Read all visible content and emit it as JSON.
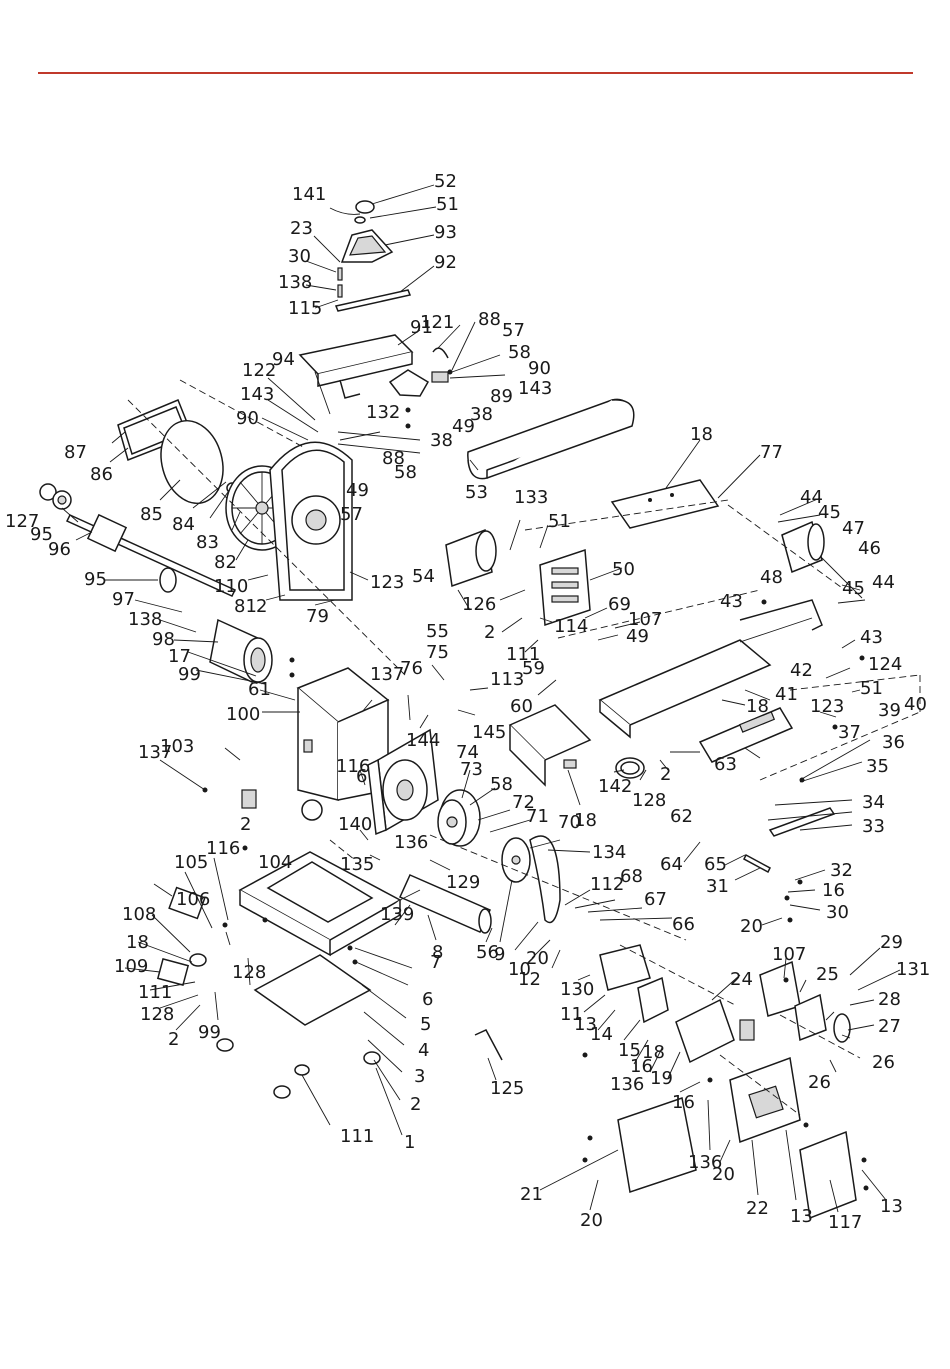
{
  "colors": {
    "header_rule": "#c0392b",
    "line": "#1a1a1a"
  },
  "labels": [
    "52",
    "141",
    "51",
    "23",
    "93",
    "30",
    "138",
    "92",
    "115",
    "121",
    "88",
    "57",
    "91",
    "94",
    "58",
    "90",
    "122",
    "143",
    "89",
    "38",
    "132",
    "88",
    "38",
    "49",
    "58",
    "49",
    "57",
    "90",
    "143",
    "87",
    "86",
    "85",
    "84",
    "83",
    "82",
    "110",
    "81",
    "2",
    "123",
    "79",
    "53",
    "18",
    "77",
    "127",
    "95",
    "96",
    "95",
    "97",
    "138",
    "98",
    "17",
    "99",
    "61",
    "100",
    "133",
    "51",
    "50",
    "54",
    "55",
    "126",
    "2",
    "114",
    "111",
    "59",
    "69",
    "107",
    "60",
    "49",
    "44",
    "45",
    "47",
    "46",
    "45",
    "44",
    "43",
    "43",
    "42",
    "48",
    "41",
    "18",
    "124",
    "37",
    "51",
    "39",
    "40",
    "123",
    "36",
    "35",
    "34",
    "33",
    "137",
    "76",
    "75",
    "113",
    "145",
    "144",
    "74",
    "137",
    "103",
    "116",
    "6",
    "140",
    "73",
    "58",
    "72",
    "71",
    "136",
    "134",
    "135",
    "129",
    "139",
    "8",
    "56",
    "9",
    "10",
    "20",
    "12",
    "112",
    "68",
    "67",
    "66",
    "142",
    "128",
    "2",
    "62",
    "63",
    "70",
    "18",
    "64",
    "65",
    "31",
    "32",
    "16",
    "30",
    "20",
    "2",
    "104",
    "106",
    "105",
    "116",
    "108",
    "18",
    "109",
    "111",
    "128",
    "2",
    "128",
    "99",
    "7",
    "6",
    "5",
    "4",
    "3",
    "2",
    "1",
    "111",
    "125",
    "130",
    "11",
    "13",
    "14",
    "15",
    "16",
    "18",
    "136",
    "19",
    "107",
    "25",
    "24",
    "26",
    "27",
    "28",
    "29",
    "131",
    "26",
    "16",
    "136",
    "20",
    "21",
    "20",
    "22",
    "13",
    "117",
    "13"
  ]
}
